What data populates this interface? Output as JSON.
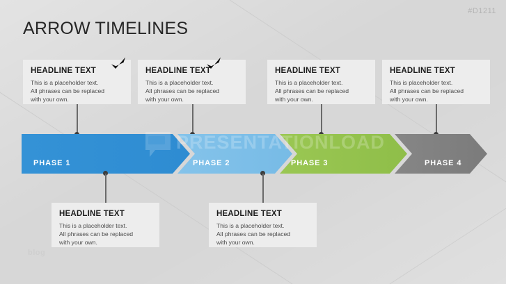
{
  "slide": {
    "title": "ARROW TIMELINES",
    "doc_id": "#D1211",
    "blog_mark": "blog",
    "background_color": "#D7D7D7"
  },
  "watermark": {
    "text": "PRESENTATIONLOAD",
    "logo_icon": "speech-bubble-icon"
  },
  "timeline": {
    "phases": [
      {
        "label": "PHASE 1",
        "color": "#3492D6"
      },
      {
        "label": "PHASE 2",
        "color": "#7FC0E8"
      },
      {
        "label": "PHASE 3",
        "color": "#96C44F"
      },
      {
        "label": "PHASE 4",
        "color": "#808080"
      }
    ]
  },
  "cards": {
    "top": [
      {
        "title": "HEADLINE TEXT",
        "body": "This is a placeholder text.\nAll phrases can be replaced\nwith your own.",
        "check": true,
        "check_icon": "checkmark-icon"
      },
      {
        "title": "HEADLINE TEXT",
        "body": "This is a placeholder text.\nAll phrases can be replaced\nwith your own.",
        "check": true,
        "check_icon": "checkmark-icon"
      },
      {
        "title": "HEADLINE TEXT",
        "body": "This is a placeholder text.\nAll phrases can be replaced\nwith your own.",
        "check": false
      },
      {
        "title": "HEADLINE TEXT",
        "body": "This is placeholder text.\nAll phrases can be replaced\nwith your own.",
        "check": false
      }
    ],
    "bottom": [
      {
        "title": "HEADLINE TEXT",
        "body": "This is a placeholder text.\nAll phrases can be replaced\nwith your own."
      },
      {
        "title": "HEADLINE TEXT",
        "body": "This is a placeholder text.\nAll phrases can be replaced\nwith your own."
      }
    ]
  }
}
